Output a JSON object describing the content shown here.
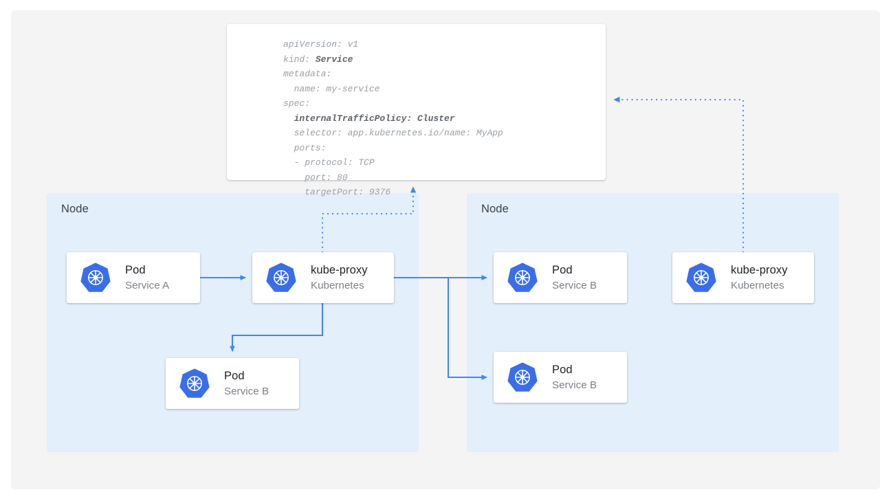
{
  "diagram": {
    "title": "Kubernetes Service internalTrafficPolicy Cluster",
    "canvas_bg": "#f4f4f4",
    "node_bg": "#e3effb",
    "accent": "#4285f4",
    "card_bg": "#ffffff"
  },
  "yaml_card": {
    "name": "service-spec",
    "lines": [
      {
        "text": "apiVersion: v1",
        "bold": false,
        "indent": 0
      },
      {
        "text": "kind: ",
        "bold_text": "Service",
        "indent": 0
      },
      {
        "text": "metadata:",
        "bold": false,
        "indent": 0
      },
      {
        "text": "name: my-service",
        "bold": false,
        "indent": 1
      },
      {
        "text": "spec:",
        "bold": false,
        "indent": 0
      },
      {
        "text": "internalTrafficPolicy: Cluster",
        "bold": true,
        "indent": 1
      },
      {
        "text": "selector: app.kubernetes.io/name: MyApp",
        "bold": false,
        "indent": 1
      },
      {
        "text": "ports:",
        "bold": false,
        "indent": 1
      },
      {
        "text": "- protocol: TCP",
        "bold": false,
        "indent": 1
      },
      {
        "text": "port: 80",
        "bold": false,
        "indent": 2
      },
      {
        "text": "targetPort: 9376",
        "bold": false,
        "indent": 2
      }
    ],
    "raw": "apiVersion: v1\nkind: Service\nmetadata:\n  name: my-service\nspec:\n  internalTrafficPolicy: Cluster\n  selector: app.kubernetes.io/name: MyApp\n  ports:\n  - protocol: TCP\n    port: 80\n    targetPort: 9376"
  },
  "nodes": [
    {
      "id": "node-left",
      "label": "Node"
    },
    {
      "id": "node-right",
      "label": "Node"
    }
  ],
  "entities": {
    "pod_service_a": {
      "title": "Pod",
      "subtitle": "Service A",
      "icon": "kubernetes-icon"
    },
    "kube_proxy_left": {
      "title": "kube-proxy",
      "subtitle": "Kubernetes",
      "icon": "kubernetes-icon"
    },
    "pod_service_b_left": {
      "title": "Pod",
      "subtitle": "Service B",
      "icon": "kubernetes-icon"
    },
    "pod_service_b_right_top": {
      "title": "Pod",
      "subtitle": "Service B",
      "icon": "kubernetes-icon"
    },
    "pod_service_b_right_bottom": {
      "title": "Pod",
      "subtitle": "Service B",
      "icon": "kubernetes-icon"
    },
    "kube_proxy_right": {
      "title": "kube-proxy",
      "subtitle": "Kubernetes",
      "icon": "kubernetes-icon"
    }
  },
  "connectors": [
    {
      "name": "pod-a-to-kube-proxy",
      "style": "solid",
      "from": "pod_service_a",
      "to": "kube_proxy_left"
    },
    {
      "name": "kube-proxy-to-pod-b-local",
      "style": "solid",
      "from": "kube_proxy_left",
      "to": "pod_service_b_left"
    },
    {
      "name": "kube-proxy-to-pod-b-remote-top",
      "style": "solid",
      "from": "kube_proxy_left",
      "to": "pod_service_b_right_top"
    },
    {
      "name": "kube-proxy-to-pod-b-remote-bottom",
      "style": "solid",
      "from": "kube_proxy_left",
      "to": "pod_service_b_right_bottom"
    },
    {
      "name": "kube-proxy-left-to-service-spec",
      "style": "dotted",
      "from": "kube_proxy_left",
      "to": "service-spec"
    },
    {
      "name": "kube-proxy-right-to-service-spec",
      "style": "dotted",
      "from": "kube_proxy_right",
      "to": "service-spec"
    }
  ]
}
